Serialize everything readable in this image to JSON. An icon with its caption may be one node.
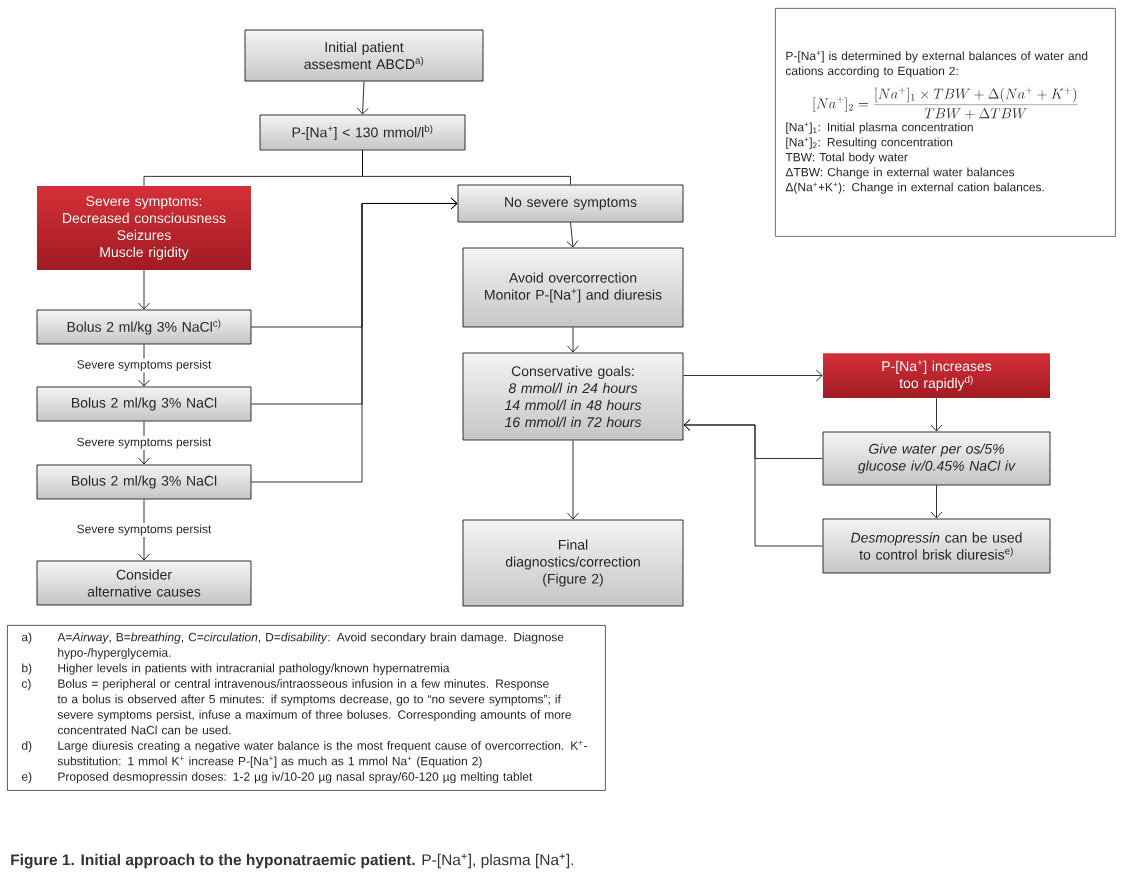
{
  "diagram": {
    "caption": "**Figure 1. Initial approach to the hyponatraemic patient.** P-[Na$^{+}$], plasma [Na$^{+}$].",
    "nodes": [
      {
        "text": [
          "Initial patient assesment ABCD$^{a)}$"
        ]
      },
      {
        "text": [
          "P-[Na$^{+}$] < 130 mmol/l$^{b)}$"
        ]
      },
      {
        "text": [
          "Severe symptoms:",
          "Decreased consciousness",
          "Seizures",
          "Muscle rigidity"
        ]
      },
      {
        "text": [
          "No severe symptoms"
        ]
      },
      {
        "text": [
          "Avoid overcorrection",
          "Monitor P-[Na$^{+}$] and diuresis"
        ]
      },
      {
        "text": [
          "Bolus 2 ml/kg 3% NaCl$^{c)}$"
        ]
      },
      {
        "text": [
          "Bolus 2 ml/kg 3% NaCl"
        ]
      },
      {
        "text": [
          "Bolus 2 ml/kg 3% NaCl"
        ]
      },
      {
        "text": [
          "Consider alternative causes"
        ]
      },
      {
        "text": [
          "Conservative goals:",
          "8 mmol/l in 24 hours",
          "14 mmol/l in 48 hours",
          "16 mmol/l in 72 hours"
        ]
      },
      {
        "text": [
          "Final diagnostics/correction (Figure 2)"
        ]
      },
      {
        "text": [
          "P-[Na$^{+}$] increases too rapidly$^{d)}$"
        ]
      },
      {
        "text": [
          "Give water per os/5% glucose iv/0.45% NaCl iv"
        ]
      },
      {
        "text": [
          "*Desmopressin* can be used to control brisk diuresis$^{e)}$"
        ]
      },
      {
        "text": [
          "P-[Na$^{+}$] is determined by external balances of water and cations according to Equation 2:",
          "[Na^{+}]_{2} = \\frac{[Na^{+}]_{1}\\times TBW + \\Delta(Na^{+}+K^{+})}{TBW + \\Delta TBW}",
          "[Na$^{+}$]$_{1}$: Initial plasma concentration",
          "[Na$^{+}$]$_{2}$: Resulting concentration",
          "TBW: Total body water",
          "ΔTBW: Change in external water balances",
          "Δ(Na$^{+}$+K$^{+}$): Change in external cation balances."
        ]
      },
      {
        "text": [
          "a)",
          "A=*Airway*, B=*breathing*, C=*circulation*, D=*disability*: Avoid secondary brain damage. Diagnose hypo-/hyperglycemia.",
          "b)",
          "Higher levels in patients with intracranial pathology/known hypernatremia",
          "c)",
          "Bolus = peripheral or central intravenous/intraosseous infusion in a few minutes. Response to a bolus is observed after 5 minutes: if symptoms decrease, go to “no severe symptoms”; if severe symptoms persist, infuse a maximum of three boluses. Corresponding amounts of more concentrated NaCl can be used.",
          "d)",
          "Large diuresis creating a negative water balance is the most frequent cause of overcorrection. K$^{+}$-substitution: 1 mmol K$^{+}$ increase P-[Na$^{+}$] as much as 1 mmol Na$^{+}$ (Equation 2)",
          "e)",
          "Proposed desmopressin doses: 1-2 µg iv/10-20 µg nasal spray/60-120 µg melting tablet"
        ]
      }
    ],
    "edges": [
      {
        "from": 0,
        "to": 1,
        "arrow": "to"
      },
      {
        "from": 1,
        "to": 2,
        "arrow": "none"
      },
      {
        "from": 1,
        "to": 3,
        "arrow": "none"
      },
      {
        "from": 2,
        "to": 5,
        "arrow": "to"
      },
      {
        "from": 5,
        "to": 6,
        "arrow": "to",
        "label": "Severe symptoms persist"
      },
      {
        "from": 6,
        "to": 7,
        "arrow": "to",
        "label": "Severe symptoms persist"
      },
      {
        "from": 7,
        "to": 8,
        "arrow": "to",
        "label": "Severe symptoms persist"
      },
      {
        "from": 5,
        "to": 3,
        "arrow": "to"
      },
      {
        "from": 6,
        "to": 3,
        "arrow": "to"
      },
      {
        "from": 7,
        "to": 3,
        "arrow": "to"
      },
      {
        "from": 3,
        "to": 4,
        "arrow": "to"
      },
      {
        "from": 4,
        "to": 9,
        "arrow": "to"
      },
      {
        "from": 9,
        "to": 10,
        "arrow": "to"
      },
      {
        "from": 9,
        "to": 11,
        "arrow": "to"
      },
      {
        "from": 11,
        "to": 12,
        "arrow": "to"
      },
      {
        "from": 12,
        "to": 13,
        "arrow": "to"
      },
      {
        "from": 12,
        "to": 9,
        "arrow": "to"
      },
      {
        "from": 13,
        "to": 9,
        "arrow": "to"
      }
    ]
  }
}
